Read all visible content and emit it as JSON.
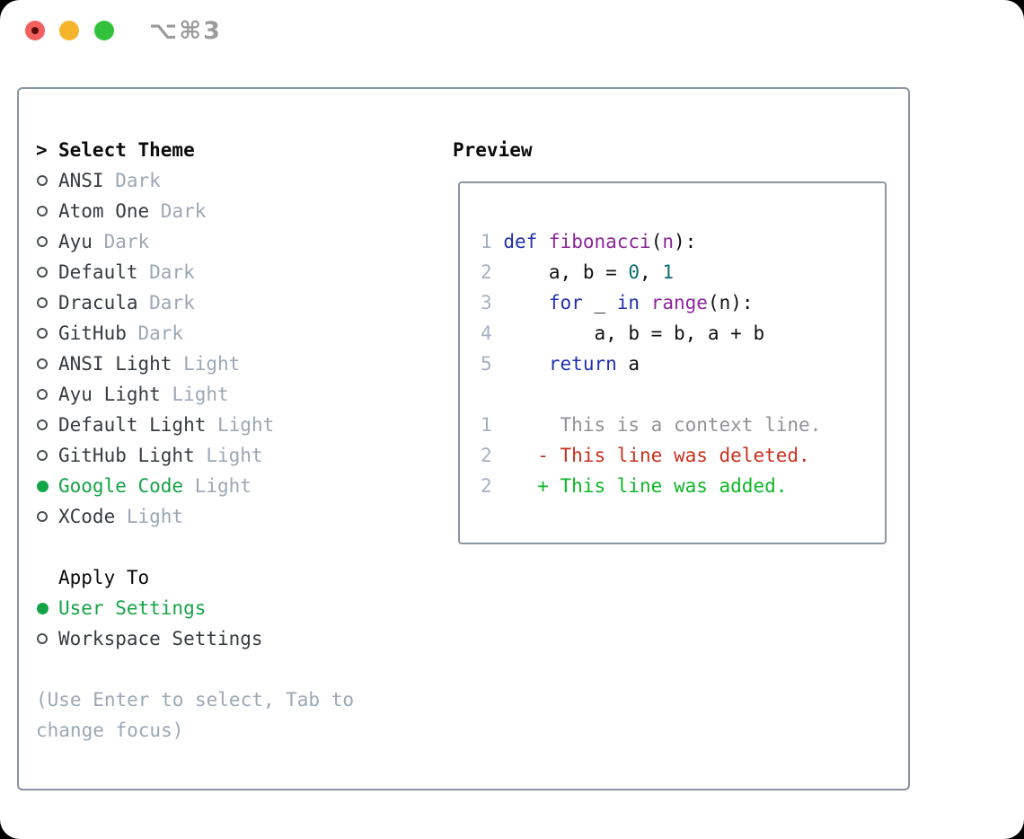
{
  "window": {
    "shortcut_label": "⌥⌘3",
    "traffic_lights": [
      "close",
      "minimize",
      "zoom"
    ]
  },
  "theme_list": {
    "header_prefix": ">",
    "header": "Select Theme",
    "items": [
      {
        "name": "ANSI",
        "tag": "Dark",
        "selected": false
      },
      {
        "name": "Atom One",
        "tag": "Dark",
        "selected": false
      },
      {
        "name": "Ayu",
        "tag": "Dark",
        "selected": false
      },
      {
        "name": "Default",
        "tag": "Dark",
        "selected": false
      },
      {
        "name": "Dracula",
        "tag": "Dark",
        "selected": false
      },
      {
        "name": "GitHub",
        "tag": "Dark",
        "selected": false
      },
      {
        "name": "ANSI Light",
        "tag": "Light",
        "selected": false
      },
      {
        "name": "Ayu Light",
        "tag": "Light",
        "selected": false
      },
      {
        "name": "Default Light",
        "tag": "Light",
        "selected": false
      },
      {
        "name": "GitHub Light",
        "tag": "Light",
        "selected": false
      },
      {
        "name": "Google Code",
        "tag": "Light",
        "selected": true
      },
      {
        "name": "XCode",
        "tag": "Light",
        "selected": false
      }
    ]
  },
  "apply_to": {
    "header": "Apply To",
    "options": [
      {
        "label": "User Settings",
        "selected": true
      },
      {
        "label": "Workspace Settings",
        "selected": false
      }
    ]
  },
  "help_text": "(Use Enter to select, Tab to change focus)",
  "preview": {
    "title": "Preview",
    "code_lines": [
      {
        "num": "1",
        "segments": [
          {
            "c": "kw",
            "t": "def"
          },
          {
            "c": "p",
            "t": " "
          },
          {
            "c": "fn",
            "t": "fibonacci"
          },
          {
            "c": "p",
            "t": "("
          },
          {
            "c": "fn",
            "t": "n"
          },
          {
            "c": "p",
            "t": "):"
          }
        ]
      },
      {
        "num": "2",
        "segments": [
          {
            "c": "p",
            "t": "    a, b = "
          },
          {
            "c": "numlit",
            "t": "0"
          },
          {
            "c": "p",
            "t": ", "
          },
          {
            "c": "numlit",
            "t": "1"
          }
        ]
      },
      {
        "num": "3",
        "segments": [
          {
            "c": "p",
            "t": "    "
          },
          {
            "c": "kw",
            "t": "for"
          },
          {
            "c": "p",
            "t": " _ "
          },
          {
            "c": "kw",
            "t": "in"
          },
          {
            "c": "p",
            "t": " "
          },
          {
            "c": "fn",
            "t": "range"
          },
          {
            "c": "p",
            "t": "(n):"
          }
        ]
      },
      {
        "num": "4",
        "segments": [
          {
            "c": "p",
            "t": "        a, b = b, a + b"
          }
        ]
      },
      {
        "num": "5",
        "segments": [
          {
            "c": "p",
            "t": "    "
          },
          {
            "c": "kw",
            "t": "return"
          },
          {
            "c": "p",
            "t": " a"
          }
        ]
      }
    ],
    "diff_lines": [
      {
        "num": "1",
        "marker": " ",
        "text": "This is a context line.",
        "kind": "ctx"
      },
      {
        "num": "2",
        "marker": "-",
        "text": "This line was deleted.",
        "kind": "del"
      },
      {
        "num": "2",
        "marker": "+",
        "text": "This line was added.",
        "kind": "add"
      }
    ]
  },
  "colors": {
    "kw": "#2030b0",
    "fn": "#8d259b",
    "numlit": "#0e6b73",
    "lineNum": "#a6b0c3",
    "ctxGray": "#909296",
    "delRed": "#c9301f",
    "addGreen": "#0cb827",
    "selGreen": "#14a447",
    "themeName": "#363b42",
    "tagGray": "#9ca7b6",
    "helpGray": "#9ca7b6",
    "panelBorder": "#8b94a3",
    "shortcut": "#9b9b9b",
    "trafficRed": "#f4605e",
    "trafficRedDot": "#5c0d0d",
    "trafficYellow": "#f6b42c",
    "trafficGreen": "#32c13c"
  }
}
